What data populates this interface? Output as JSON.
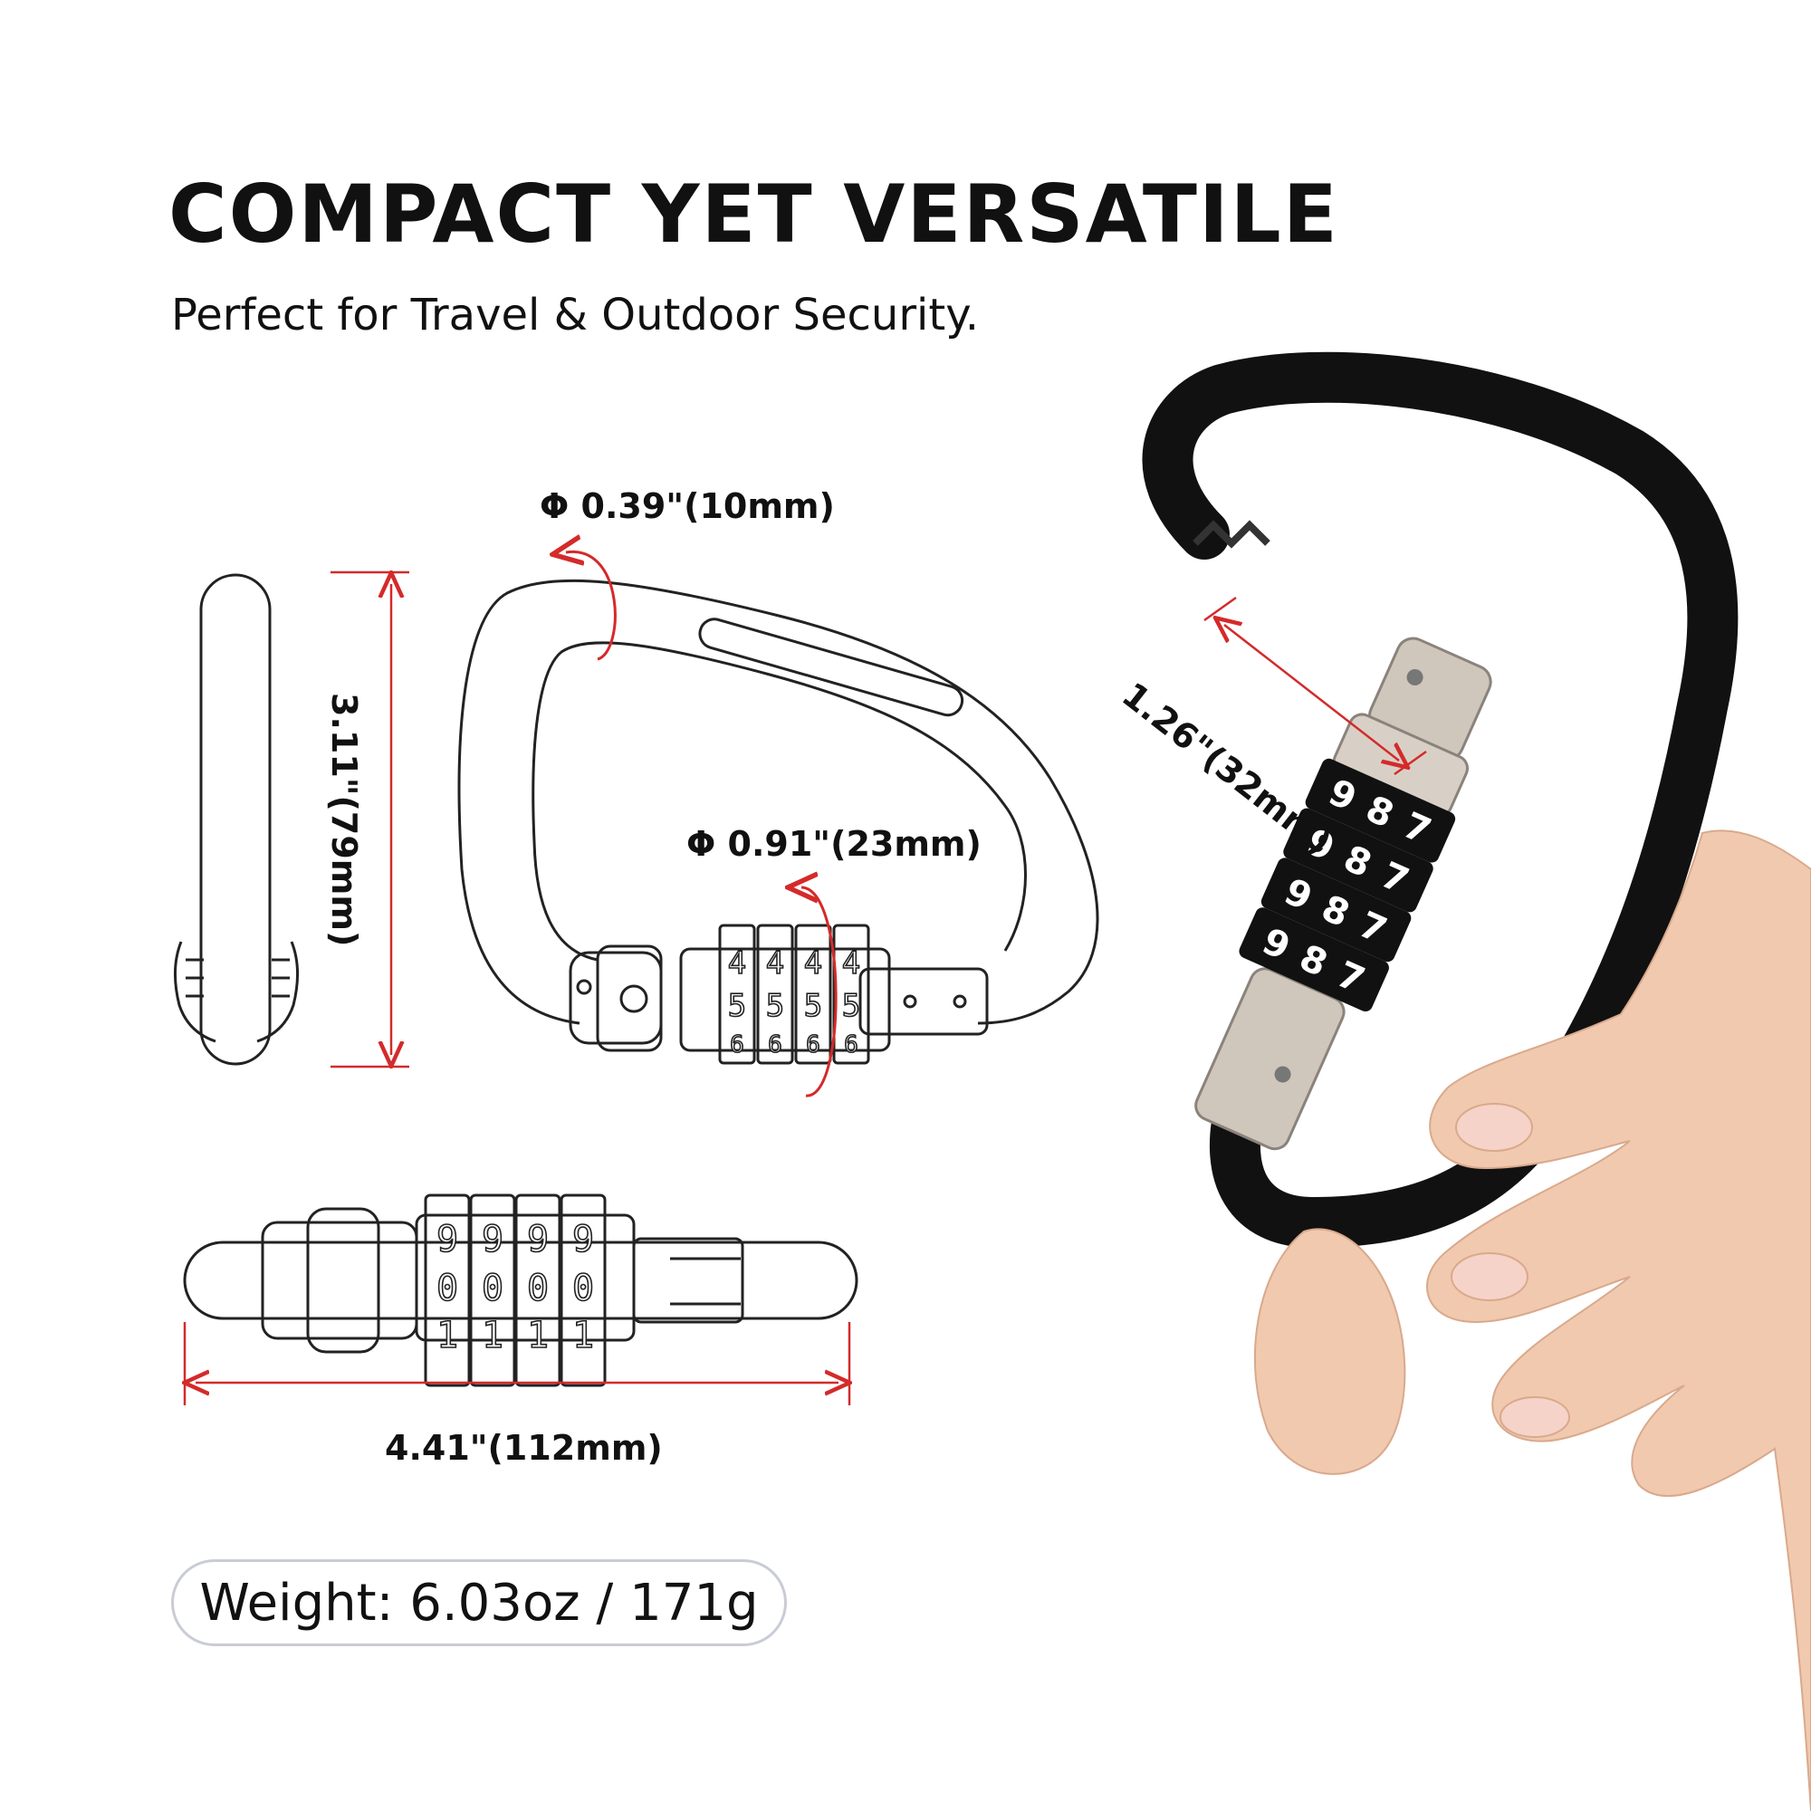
{
  "headline": "COMPACT YET VERSATILE",
  "subheadline": "Perfect for Travel & Outdoor Security.",
  "dimensions": {
    "rod_diameter": "Φ 0.39\"(10mm)",
    "dial_diameter": "Φ 0.91\"(23mm)",
    "height": "3.11\"(79mm)",
    "length": "4.41\"(112mm)",
    "gate_opening": "1.26\"(32mm)"
  },
  "weight": "Weight: 6.03oz / 171g",
  "front_dials": [
    "4",
    "5",
    "6"
  ],
  "top_dials": [
    "9",
    "0",
    "1"
  ],
  "photo_dials": [
    "9",
    "8",
    "7"
  ],
  "colors": {
    "accent": "#d42a2a",
    "body": "#111111",
    "sleeve": "#cfc6bc",
    "skin": "#f1c9ae"
  }
}
